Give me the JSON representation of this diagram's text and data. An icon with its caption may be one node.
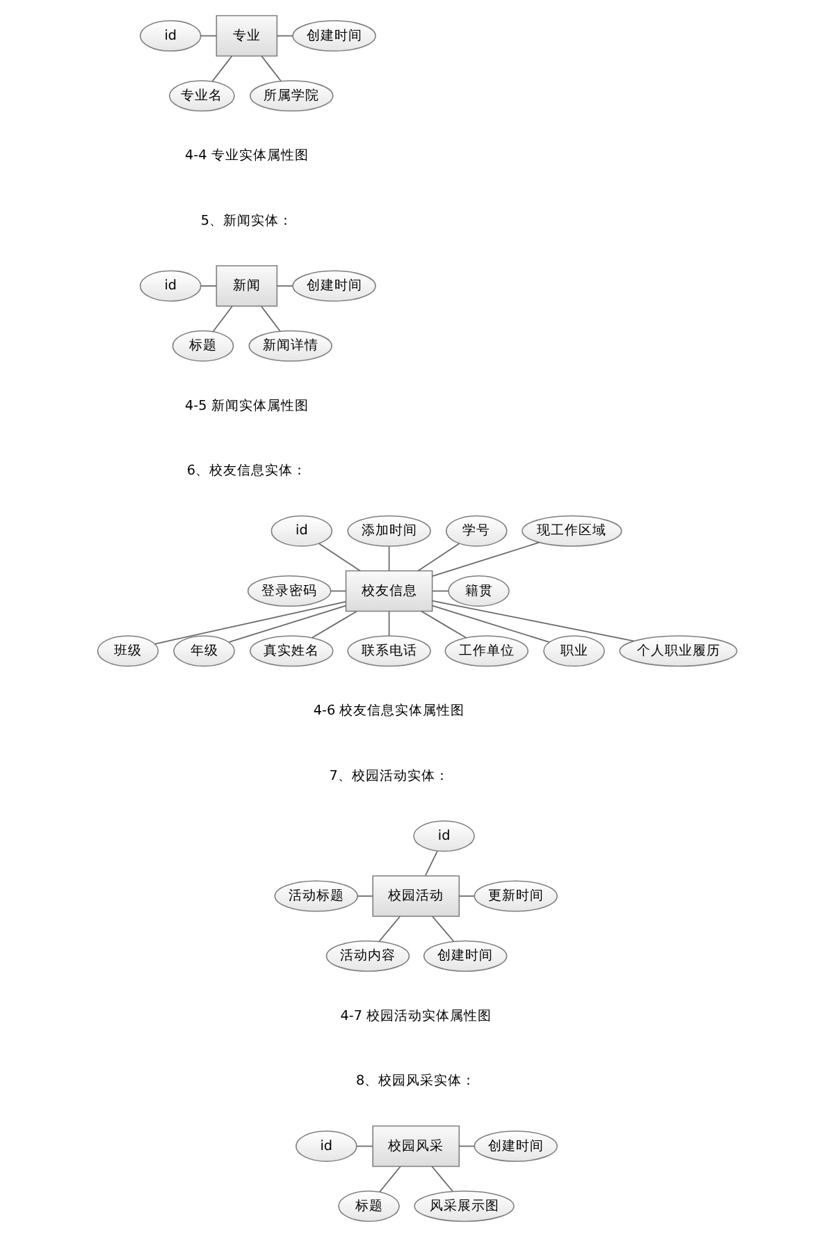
{
  "diagram": {
    "nodes": [
      {
        "text": [
          "id"
        ]
      },
      {
        "text": [
          "专业"
        ]
      },
      {
        "text": [
          "创建时间"
        ]
      },
      {
        "text": [
          "专业名"
        ]
      },
      {
        "text": [
          "所属学院"
        ]
      },
      {
        "text": [
          "id"
        ]
      },
      {
        "text": [
          "新闻"
        ]
      },
      {
        "text": [
          "创建时间"
        ]
      },
      {
        "text": [
          "标题"
        ]
      },
      {
        "text": [
          "新闻详情"
        ]
      },
      {
        "text": [
          "id"
        ]
      },
      {
        "text": [
          "添加时间"
        ]
      },
      {
        "text": [
          "学号"
        ]
      },
      {
        "text": [
          "现工作区域"
        ]
      },
      {
        "text": [
          "登录密码"
        ]
      },
      {
        "text": [
          "籍贯"
        ]
      },
      {
        "text": [
          "校友信息"
        ]
      },
      {
        "text": [
          "班级"
        ]
      },
      {
        "text": [
          "个人职业履历"
        ]
      },
      {
        "text": [
          "年级"
        ]
      },
      {
        "text": [
          "职业"
        ]
      },
      {
        "text": [
          "真实姓名"
        ]
      },
      {
        "text": [
          "联系电话"
        ]
      },
      {
        "text": [
          "工作单位"
        ]
      },
      {
        "text": [
          "id"
        ]
      },
      {
        "text": [
          "活动标题"
        ]
      },
      {
        "text": [
          "校园活动"
        ]
      },
      {
        "text": [
          "更新时间"
        ]
      },
      {
        "text": [
          "活动内容"
        ]
      },
      {
        "text": [
          "创建时间"
        ]
      },
      {
        "text": [
          "id"
        ]
      },
      {
        "text": [
          "校园风采"
        ]
      },
      {
        "text": [
          "创建时间"
        ]
      },
      {
        "text": [
          "标题"
        ]
      },
      {
        "text": [
          "风采展示图"
        ]
      }
    ],
    "edges": [
      {
        "from": 0,
        "to": 1,
        "arrow": "none"
      },
      {
        "from": 1,
        "to": 2,
        "arrow": "none"
      },
      {
        "from": 1,
        "to": 3,
        "arrow": "none"
      },
      {
        "from": 1,
        "to": 4,
        "arrow": "none"
      },
      {
        "from": 5,
        "to": 6,
        "arrow": "none"
      },
      {
        "from": 6,
        "to": 7,
        "arrow": "none"
      },
      {
        "from": 6,
        "to": 8,
        "arrow": "none"
      },
      {
        "from": 6,
        "to": 9,
        "arrow": "none"
      },
      {
        "from": 12,
        "to": 16,
        "arrow": "none"
      },
      {
        "from": 10,
        "to": 16,
        "arrow": "none"
      },
      {
        "from": 11,
        "to": 16,
        "arrow": "none"
      },
      {
        "from": 13,
        "to": 16,
        "arrow": "none"
      },
      {
        "from": 14,
        "to": 16,
        "arrow": "none"
      },
      {
        "from": 16,
        "to": 15,
        "arrow": "none"
      },
      {
        "from": 16,
        "to": 17,
        "arrow": "none"
      },
      {
        "from": 16,
        "to": 19,
        "arrow": "none"
      },
      {
        "from": 16,
        "to": 21,
        "arrow": "none"
      },
      {
        "from": 16,
        "to": 22,
        "arrow": "none"
      },
      {
        "from": 16,
        "to": 23,
        "arrow": "none"
      },
      {
        "from": 16,
        "to": 20,
        "arrow": "none"
      },
      {
        "from": 16,
        "to": 18,
        "arrow": "none"
      },
      {
        "from": 24,
        "to": 26,
        "arrow": "none"
      },
      {
        "from": 25,
        "to": 26,
        "arrow": "none"
      },
      {
        "from": 26,
        "to": 27,
        "arrow": "none"
      },
      {
        "from": 26,
        "to": 28,
        "arrow": "none"
      },
      {
        "from": 26,
        "to": 29,
        "arrow": "none"
      },
      {
        "from": 30,
        "to": 31,
        "arrow": "none"
      },
      {
        "from": 31,
        "to": 32,
        "arrow": "none"
      },
      {
        "from": 31,
        "to": 33,
        "arrow": "none"
      },
      {
        "from": 31,
        "to": 34,
        "arrow": "none"
      }
    ],
    "labels": [
      "4-4 专业实体属性图",
      "5、新闻实体：",
      "4-5 新闻实体属性图",
      "6、校友信息实体：",
      "4-6 校友信息实体属性图",
      "7、校园活动实体：",
      "4-7 校园活动实体属性图",
      "8、校园风采实体："
    ]
  }
}
